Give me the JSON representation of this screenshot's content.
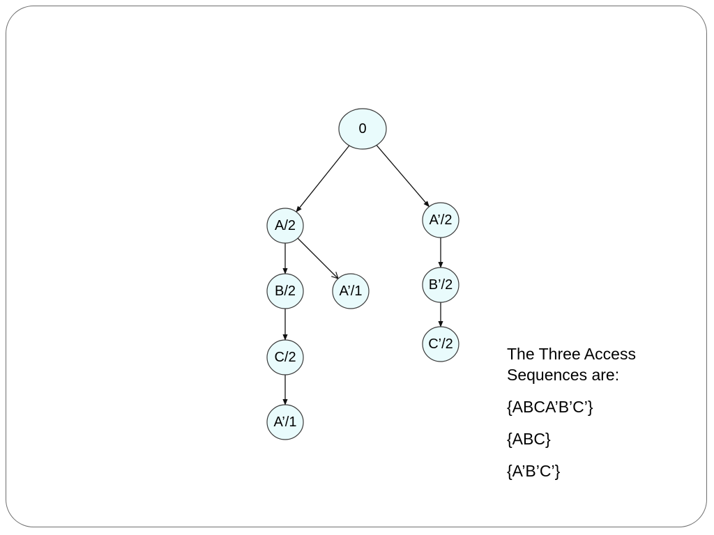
{
  "diagram": {
    "nodes": [
      {
        "id": "root",
        "label": "0"
      },
      {
        "id": "a2",
        "label": "A/2"
      },
      {
        "id": "b2",
        "label": "B/2"
      },
      {
        "id": "c2",
        "label": "C/2"
      },
      {
        "id": "ap1_left",
        "label": "A’/1"
      },
      {
        "id": "ap1_mid",
        "label": "A’/1"
      },
      {
        "id": "ap2",
        "label": "A’/2"
      },
      {
        "id": "bp2",
        "label": "B’/2"
      },
      {
        "id": "cp2",
        "label": "C’/2"
      }
    ],
    "edges": [
      {
        "from": "root",
        "to": "a2",
        "head": "filled"
      },
      {
        "from": "root",
        "to": "ap2",
        "head": "filled"
      },
      {
        "from": "a2",
        "to": "b2",
        "head": "filled"
      },
      {
        "from": "a2",
        "to": "ap1_mid",
        "head": "open"
      },
      {
        "from": "b2",
        "to": "c2",
        "head": "filled"
      },
      {
        "from": "c2",
        "to": "ap1_left",
        "head": "filled"
      },
      {
        "from": "ap2",
        "to": "bp2",
        "head": "filled"
      },
      {
        "from": "bp2",
        "to": "cp2",
        "head": "filled"
      }
    ],
    "colors": {
      "node_fill": "#e9fbfc",
      "node_stroke": "#3a3a3a",
      "edge": "#111111"
    }
  },
  "caption": {
    "heading_line1": "The Three Access",
    "heading_line2": "Sequences are:",
    "sequences": [
      "{ABCA’B’C’}",
      "{ABC}",
      "{A’B’C’}"
    ]
  }
}
